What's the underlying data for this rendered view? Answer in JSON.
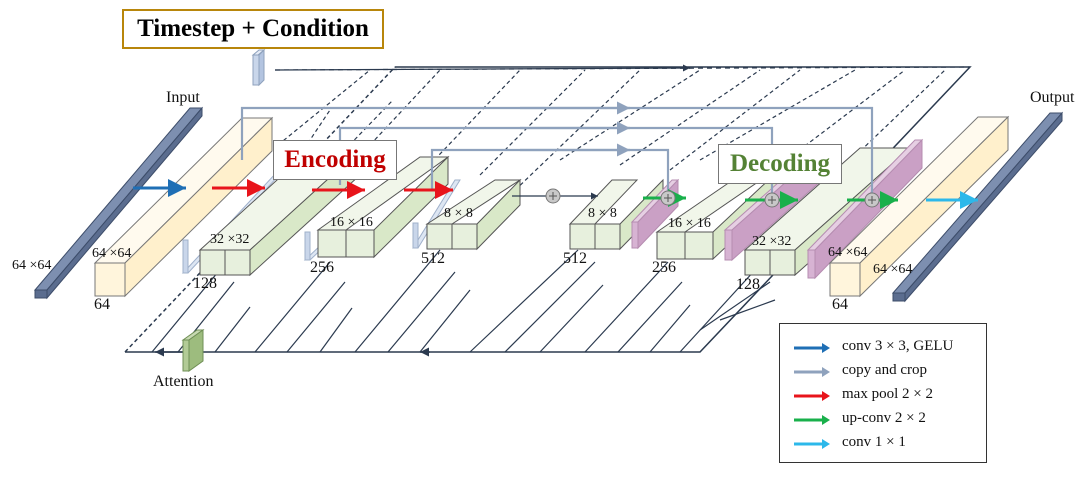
{
  "title": "Timestep + Condition",
  "labels": {
    "input": "Input",
    "output": "Output",
    "attention": "Attention",
    "encoding": "Encoding",
    "decoding": "Decoding"
  },
  "sizes": {
    "in_64": "64 ×64",
    "in2_64": "64 ×64",
    "enc_32": "32 ×32",
    "enc_16": "16 × 16",
    "enc_8": "8 × 8",
    "dec_8": "8 × 8",
    "dec_16": "16 × 16",
    "dec_32": "32 ×32",
    "out2_64": "64 ×64",
    "out_64": "64 ×64"
  },
  "channels": {
    "c64_left": "64",
    "c128_left": "128",
    "c256_left": "256",
    "c512_left": "512",
    "c512_right": "512",
    "c256_right": "256",
    "c128_right": "128",
    "c64_right": "64"
  },
  "legend": [
    {
      "label": "conv 3 × 3, GELU",
      "color": "#1f6fb5"
    },
    {
      "label": "copy and crop",
      "color": "#8fa2bd"
    },
    {
      "label": "max pool 2 × 2",
      "color": "#e8141b"
    },
    {
      "label": "up-conv  2 × 2",
      "color": "#19b04b"
    },
    {
      "label": "conv  1 × 1",
      "color": "#2cb8ea"
    }
  ],
  "colors": {
    "title_border": "#b8860b",
    "encoding_text": "#c00000",
    "decoding_text": "#548235",
    "input_slab": "#5b6d8f",
    "cream_block": "#fff5dc",
    "green_block": "#e7f0dd",
    "pink_slab": "#d7b3d3",
    "blue_slab": "#c9d6ea"
  }
}
